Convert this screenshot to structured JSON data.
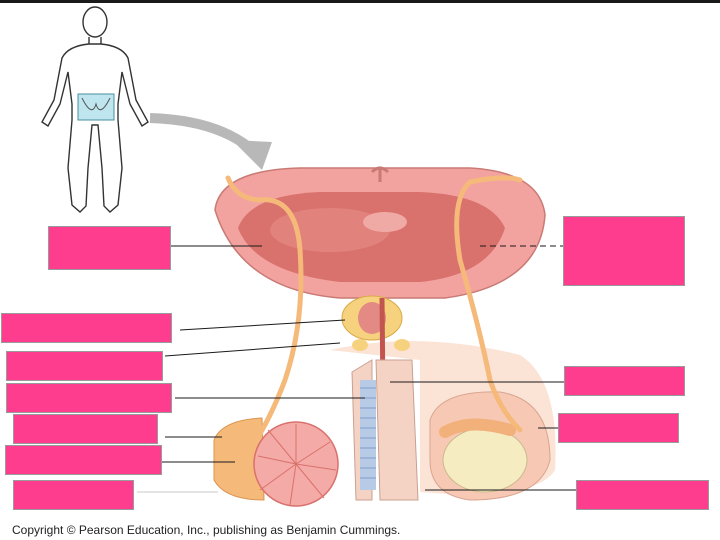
{
  "colors": {
    "label_box": "#ff3d8f",
    "tissue": "#f2a3a0",
    "tissue_dark": "#d9716c",
    "duct": "#f5b97a",
    "skin": "#f7c9b4",
    "highlight_box": "#bfe6ee",
    "arrow": "#b8b8b8"
  },
  "icons": {
    "body_outline": "human-figure-icon",
    "pointer": "gray-arrow-icon"
  },
  "label_boxes": [
    {
      "side": "left",
      "text": ""
    },
    {
      "side": "left",
      "text": ""
    },
    {
      "side": "left",
      "text": ""
    },
    {
      "side": "left",
      "text": ""
    },
    {
      "side": "left",
      "text": ""
    },
    {
      "side": "left",
      "text": ""
    },
    {
      "side": "left",
      "text": ""
    },
    {
      "side": "right",
      "text": ""
    },
    {
      "side": "right",
      "text": ""
    },
    {
      "side": "right",
      "text": ""
    },
    {
      "side": "right",
      "text": ""
    }
  ],
  "copyright": "Copyright © Pearson Education, Inc., publishing as Benjamin Cummings."
}
